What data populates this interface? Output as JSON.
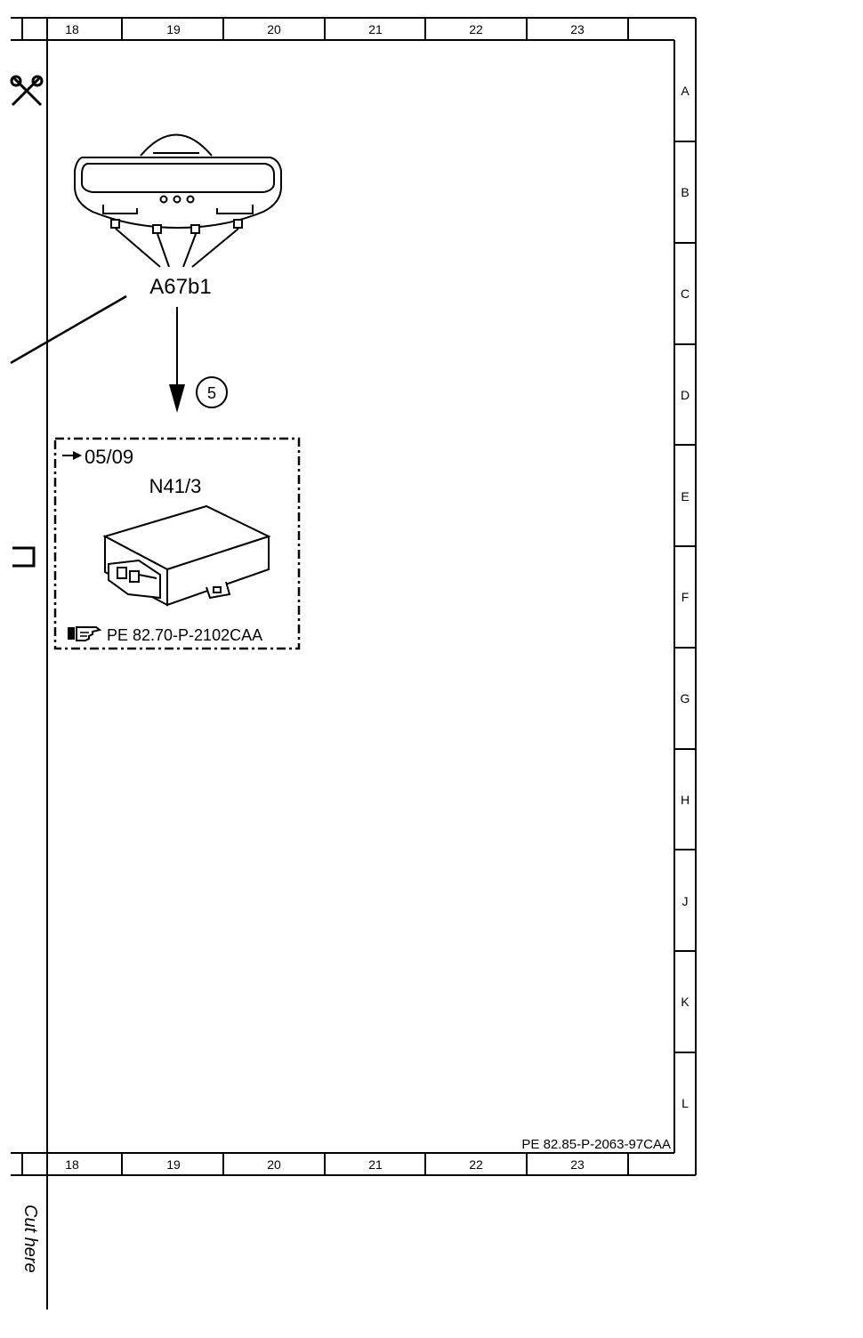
{
  "grid": {
    "columns": [
      "18",
      "19",
      "20",
      "21",
      "22",
      "23"
    ],
    "rows": [
      "A",
      "B",
      "C",
      "D",
      "E",
      "F",
      "G",
      "H",
      "J",
      "K",
      "L"
    ]
  },
  "sheet": {
    "page_ref": "PE 82.85-P-2063-97CAA",
    "cut_label": "Cut here"
  },
  "components": {
    "mirror_label": "A67b1",
    "step_number": "5",
    "box": {
      "ref_arrow_text": "05/09",
      "unit_label": "N41/3",
      "pe_ref": "PE 82.70-P-2102CAA"
    }
  },
  "icons": {
    "scissors": "scissors-icon",
    "pointing_hand": "pointing-hand-icon",
    "arrow": "arrow-right-icon"
  }
}
